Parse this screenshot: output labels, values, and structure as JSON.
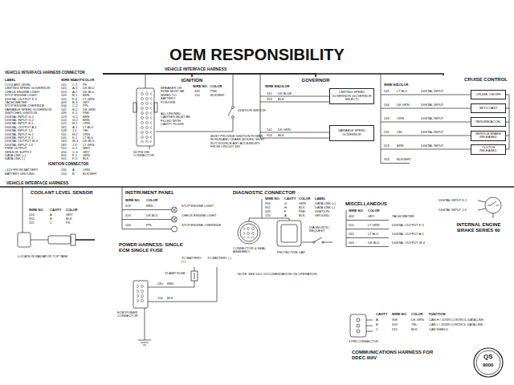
{
  "diagram": {
    "title": "OEM RESPONSIBILITY",
    "nodes": [
      {
        "text": [
          "VEHICLE INTERFACE HARNESS CONNECTOR"
        ]
      },
      {
        "text": [
          "IGNITION CONNECTOR"
        ]
      },
      {
        "text": [
          "IGNITION"
        ]
      },
      {
        "text": [
          "GOVERNOR"
        ]
      },
      {
        "text": [
          "LIMITING SPEED GOVERNOR (GOVERNOR SELECT)"
        ],
        "in": 3
      },
      {
        "text": [
          "VARIABLE SPEED GOVERNOR"
        ],
        "in": 3
      },
      {
        "text": [
          "CRUISE CONTROL"
        ]
      },
      {
        "text": [
          "CRUISE ON/OFF"
        ],
        "in": 6
      },
      {
        "text": [
          "SET/COAST"
        ],
        "in": 6
      },
      {
        "text": [
          "RESUME/ACCEL"
        ],
        "in": 6
      },
      {
        "text": [
          "SERVICE BRAKE RELEASED"
        ],
        "in": 6
      },
      {
        "text": [
          "CLUTCH RELEASED"
        ],
        "in": 6
      },
      {
        "text": [
          "COOLANT LEVEL SENSOR"
        ]
      },
      {
        "text": [
          "INSTRUMENT PANEL"
        ]
      },
      {
        "text": [
          "DIAGNOSTIC CONNECTOR"
        ]
      },
      {
        "text": [
          "MISCELLANEOUS"
        ]
      },
      {
        "text": [
          "INTERNAL ENGINE BRAKE SERIES 60"
        ]
      },
      {
        "text": [
          "POWER HARNESS- SINGLE ECM SINGLE FUSE"
        ]
      },
      {
        "text": [
          "COMMUNICATIONS HARNESS FOR DDEC III/IV"
        ]
      }
    ],
    "edges": [
      {
        "from": 0,
        "to": 2,
        "arrow": "none"
      },
      {
        "from": 0,
        "to": 3,
        "arrow": "none"
      },
      {
        "from": 0,
        "to": 6,
        "arrow": "none"
      }
    ],
    "labels": [
      "VEHICLE INTERFACE HARNESS",
      "LABEL",
      "WIRE NO.",
      "CAVITY",
      "COLOR",
      "COOLANT LEVEL",
      "115",
      "C-1",
      "PK",
      "LIMITING SPEED GOVERNOR",
      "541",
      "A-3",
      "DK BLU",
      "CHECK ENGINE LIGHT",
      "419",
      "A-2",
      "DK BLU",
      "STOP ENGINE LIGHT",
      "509",
      "B-1",
      "BRN",
      "DIGITAL OUTPUT F-3",
      "555",
      "F-3",
      "LT GRN",
      "TACHOMETER",
      "409",
      "B-3",
      "GRY",
      "STOP ENGINE OVERRIDE",
      "506",
      "C-2",
      "PPL",
      "VARIABLE SPEED GOVERNOR",
      "542",
      "B-2",
      "DK GRN",
      "SWITCHED IGNITION",
      "439",
      "K-2",
      "PNK",
      "DIGITAL INPUT G-1",
      "523",
      "G-1",
      "BRN",
      "DIGITAL INPUT G-2",
      "524",
      "G-2",
      "BRN",
      "DIGITAL INPUT H-1",
      "525",
      "H-1",
      "ORN",
      "DIGITAL OUTPUT A-1",
      "562",
      "A-1",
      "LT BLU",
      "DIGITAL INPUT J-1",
      "528",
      "J-1",
      "YEL",
      "DIGITAL INPUT H-2",
      "531",
      "H-2",
      "ORN",
      "DIGITAL INPUT K-1",
      "545",
      "K-1",
      "LT BLU",
      "DIGITAL OUTPUT W-3",
      "563",
      "W-3",
      "DK BLU",
      "DIGITAL INPUT J-3",
      "583",
      "J-3",
      "LT GRN",
      "PWM OUTPUT",
      "910",
      "D-1",
      "WHT",
      "SENSOR SUPPLY",
      "416",
      "C-3",
      "GRY",
      "DATA LINK (+)",
      "900",
      "F-2",
      "GRN",
      "DATA LINK (-)",
      "901",
      "F-1",
      "BLK",
      "+12V FROM BATTERY",
      "240",
      "A",
      "ORN",
      "BATTERY GROUND",
      "150",
      "B",
      "BLK/WHT",
      "WIRE NO.",
      "COLOR",
      "439",
      "PNK",
      "150",
      "BLK/WHT",
      "BREAKER OR FUSE MUST BE WIRED TO BATTERY POSITIVE",
      "ALL UNUSED CAVITIES MUST BE FILLED WITH CAVITY PLUGS",
      "30 PIN VIH CONNECTOR",
      "IGNITION SWITCH",
      "MUST PROVIDE IGNITION POWER IN RUN AND CRANK MODES. MUST NOT SOURCE ANY ACCESSORY FROM CIRCUIT 439",
      "WIRE NO.",
      "COLOR",
      "541",
      "DK BLUE",
      "953",
      "BLK",
      "542",
      "DK GRN",
      "953",
      "BLK",
      "WIRE NO.",
      "COLOR",
      "545",
      "LT BLU",
      "DIGITAL INPUT",
      "544",
      "DK GRN",
      "DIGITAL INPUT",
      "543",
      "ORN",
      "DIGITAL INPUT",
      "531",
      "YEL",
      "DIGITAL INPUT",
      "523",
      "BRN",
      "DIGITAL INPUT",
      "953",
      "BLK/WHT",
      "VEHICLE INTERFACE HARNESS",
      "WIRE NO.",
      "CAVITY",
      "COLOR",
      "416",
      "A",
      "GRY",
      "952",
      "B",
      "BLK",
      "115",
      "C",
      "PK",
      "LOCATE IN RADIATOR TOP TANK",
      "WIRE NO.",
      "COLOR",
      "509",
      "BRN",
      "STOP ENGINE LIGHT",
      "419",
      "DK BLU",
      "CHECK ENGINE LIGHT",
      "506",
      "PPL",
      "STOP ENGINE OVERRIDE",
      "WIRE NO.",
      "CAVITY",
      "COLOR",
      "LABEL",
      "900",
      "G",
      "GRN",
      "DATA LINK (+)",
      "901",
      "H",
      "BLK",
      "DATA LINK (-)",
      "439",
      "F",
      "PNK",
      "IGNITION",
      "150",
      "A",
      "BLK",
      "GROUND",
      "CONNECTOR & SEAL ASSEMBLY",
      "PROTECTIVE CAP",
      "DIAGNOSTIC REQUEST",
      "NOTE: SEE DDC DOCUMENTATION ON OPERATION",
      "WIRE NO.",
      "COLOR",
      "409",
      "GRY",
      "TACHOMETER",
      "555",
      "LT GRN",
      "DIGITAL OUTPUT F-3",
      "562",
      "LT BLU",
      "DIGITAL OUTPUT A-1",
      "563",
      "DK BLU",
      "DIGITAL OUTPUT W-3",
      "DIGITAL INPUT K-1",
      "DIGITAL INPUT J-3",
      "TO BATTERY (+)",
      "TO BATTERY (-)",
      "15 AMP FUSE",
      "240",
      "RED",
      "150",
      "BLK",
      "ECM POWER CONNECTOR",
      "CAVITY",
      "WIRE NO.",
      "COLOR",
      "FUNCTION",
      "A",
      "908",
      "DK GRN",
      "CAN H / J1939 CONTROL DATA LINK",
      "B",
      "909",
      "YEL",
      "CAN L / J1939 CONTROL DATA LINK",
      "C",
      "910",
      "BLK",
      "CAN SHIELD",
      "3 PIN CONNECTOR",
      "QS",
      "9000"
    ]
  }
}
